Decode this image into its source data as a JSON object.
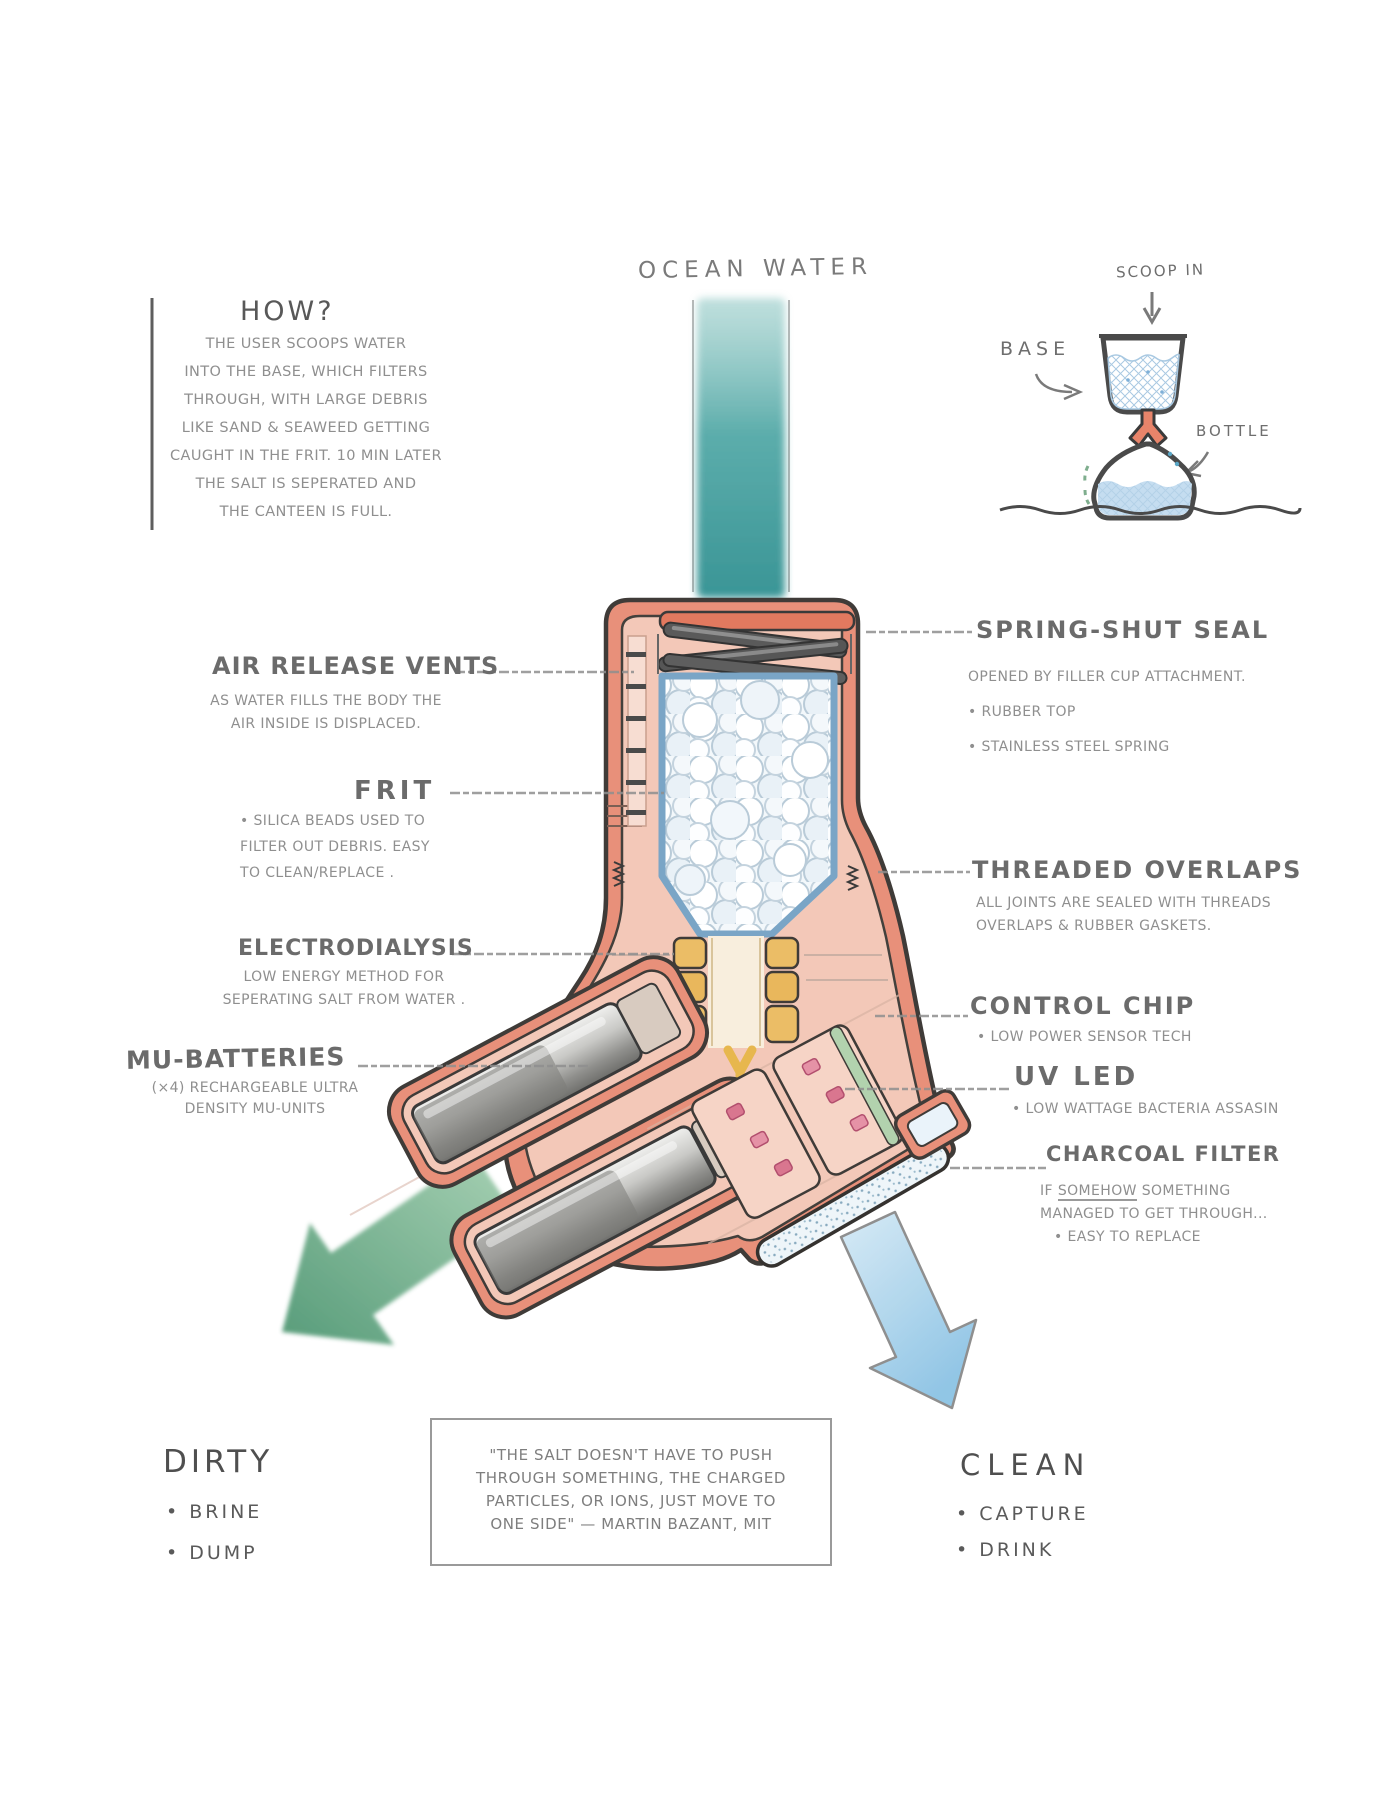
{
  "palette": {
    "body_salmon": "#E8907A",
    "body_inner_pink": "#F3C8B8",
    "outline_ink": "#3F3B38",
    "pencil_gray": "#8A8A8A",
    "water_teal": "#3E9C9C",
    "frit_frame_blue": "#7AA5C6",
    "bead_blue": "#E9F1F7",
    "electrode_gold": "#EBBD66",
    "battery_silver": "#C9C9C6",
    "uv_green": "#B2D2AE",
    "chip_pink": "#D9768F",
    "dirty_arrow_green": "#5F9D7D",
    "clean_arrow_blue": "#8CC3E4"
  },
  "ocean_water_label": "OCEAN WATER",
  "how": {
    "title": "HOW?",
    "lines": [
      "THE USER SCOOPS WATER",
      "INTO THE BASE, WHICH FILTERS",
      "THROUGH, WITH LARGE DEBRIS",
      "LIKE SAND & SEAWEED GETTING",
      "CAUGHT IN THE FRIT. 10 MIN LATER",
      "THE SALT IS SEPERATED AND",
      "THE CANTEEN IS FULL."
    ]
  },
  "scoop_sketch": {
    "scoop_in": "SCOOP IN",
    "base": "BASE",
    "bottle": "BOTTLE"
  },
  "left_labels": {
    "air_vents": {
      "title": "AIR RELEASE VENTS",
      "desc": [
        "AS WATER FILLS THE BODY THE",
        "AIR INSIDE IS DISPLACED."
      ]
    },
    "frit": {
      "title": "FRIT",
      "desc": [
        "• SILICA BEADS USED TO",
        "FILTER OUT DEBRIS. EASY",
        "TO CLEAN/REPLACE ."
      ]
    },
    "electrodialysis": {
      "title": "ELECTRODIALYSIS",
      "desc": [
        "LOW ENERGY METHOD FOR",
        "SEPERATING SALT FROM WATER ."
      ]
    },
    "mu_batteries": {
      "title": "MU-BATTERIES",
      "desc": [
        "(×4) RECHARGEABLE ULTRA",
        "DENSITY MU-UNITS"
      ]
    }
  },
  "right_labels": {
    "spring_seal": {
      "title": "SPRING-SHUT SEAL",
      "desc": [
        "OPENED BY FILLER CUP ATTACHMENT.",
        "• RUBBER TOP",
        "• STAINLESS STEEL SPRING"
      ]
    },
    "threaded": {
      "title": "THREADED OVERLAPS",
      "desc": [
        "ALL JOINTS ARE SEALED WITH THREADS",
        "OVERLAPS & RUBBER GASKETS."
      ]
    },
    "control_chip": {
      "title": "CONTROL CHIP",
      "desc": [
        "• LOW POWER SENSOR TECH"
      ]
    },
    "uv_led": {
      "title": "UV LED",
      "desc": [
        "• LOW WATTAGE BACTERIA ASSASIN"
      ]
    },
    "charcoal": {
      "title": "CHARCOAL FILTER",
      "line1_pre": "IF ",
      "line1_underlined": "SOMEHOW",
      "line1_post": " SOMETHING",
      "line2": "MANAGED TO GET THROUGH...",
      "line3": "• EASY TO REPLACE"
    }
  },
  "outputs": {
    "dirty": {
      "title": "DIRTY",
      "items": [
        "• BRINE",
        "• DUMP"
      ]
    },
    "clean": {
      "title": "CLEAN",
      "items": [
        "• CAPTURE",
        "• DRINK"
      ]
    }
  },
  "quote": {
    "lines": [
      "\"THE SALT DOESN'T HAVE TO PUSH",
      "THROUGH SOMETHING, THE CHARGED",
      "PARTICLES, OR IONS, JUST MOVE TO",
      "ONE SIDE\" — MARTIN BAZANT, MIT"
    ]
  }
}
